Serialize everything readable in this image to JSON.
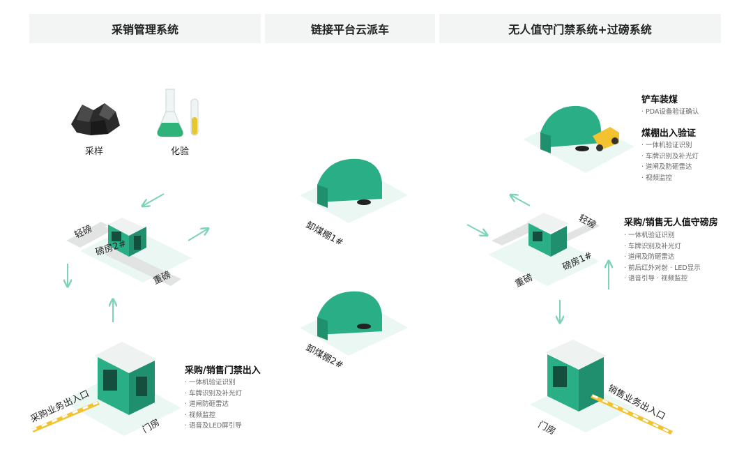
{
  "headers": {
    "left": "采销管理系统",
    "center": "链接平台云派车",
    "right": "无人值守门禁系统+过磅系统"
  },
  "left": {
    "sampling": "采样",
    "lab_test": "化验",
    "light_scale": "轻磅",
    "scale_house_2": "磅房2#",
    "heavy_scale": "重磅",
    "gate_house": "门房",
    "entrance": "采购业务出入口",
    "gate_title": "采购/销售门禁出入",
    "gate_features": [
      "一体机验证识别",
      "车牌识别及补光灯",
      "道闸防砸雷达",
      "视频监控",
      "语音及LED屏引导"
    ]
  },
  "center": {
    "shed_1": "卸煤棚1#",
    "shed_2": "卸煤棚2#"
  },
  "right": {
    "loading_title": "铲车装煤",
    "loading_features": [
      "PDA设备验证确认"
    ],
    "shed_verify_title": "煤棚出入验证",
    "shed_verify_features": [
      "一体机验证识别",
      "车牌识别及补光灯",
      "道闸及防砸雷达",
      "视频监控"
    ],
    "light_scale": "轻磅",
    "scale_house_1": "磅房1#",
    "heavy_scale": "重磅",
    "unmanned_title": "采购/销售无人值守磅房",
    "unmanned_features": [
      "一体机验证识别",
      "车牌识别及补光灯",
      "道闸及防砸雷达",
      "前后红外对射  · LED显示",
      "语音引导  · 视频监控"
    ],
    "gate_house": "门房",
    "exit": "销售业务出入口"
  },
  "colors": {
    "green": "#2aae86",
    "arrow": "#7dd3b3",
    "header_bg": "#f3f4f4"
  }
}
